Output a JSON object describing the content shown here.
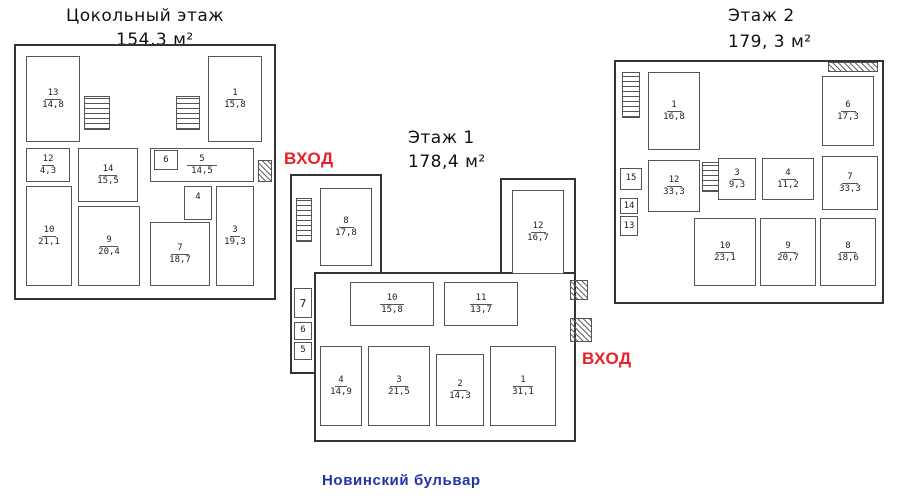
{
  "floors": {
    "basement": {
      "title": "Цокольный этаж",
      "area": "154,3 м²",
      "rooms": [
        {
          "num": "13",
          "area": "14,8"
        },
        {
          "num": "1",
          "area": "15,8"
        },
        {
          "num": "12",
          "area": "4,3"
        },
        {
          "num": "14",
          "area": "15,5"
        },
        {
          "num": "5",
          "area": "14,5"
        },
        {
          "num": "10",
          "area": "21,1"
        },
        {
          "num": "9",
          "area": "20,4"
        },
        {
          "num": "4",
          "area": ""
        },
        {
          "num": "7",
          "area": "18,7"
        },
        {
          "num": "3",
          "area": "19,3"
        },
        {
          "num": "6",
          "area": ""
        }
      ]
    },
    "first": {
      "title": "Этаж 1",
      "area": "178,4 м²",
      "rooms": [
        {
          "num": "8",
          "area": "17,8"
        },
        {
          "num": "12",
          "area": "16,7"
        },
        {
          "num": "7",
          "area": ""
        },
        {
          "num": "10",
          "area": "15,8"
        },
        {
          "num": "11",
          "area": "13,7"
        },
        {
          "num": "6",
          "area": ""
        },
        {
          "num": "5",
          "area": ""
        },
        {
          "num": "4",
          "area": "14,9"
        },
        {
          "num": "3",
          "area": "21,5"
        },
        {
          "num": "2",
          "area": "14,3"
        },
        {
          "num": "1",
          "area": "31,1"
        }
      ]
    },
    "second": {
      "title": "Этаж 2",
      "area": "179, 3 м²",
      "rooms": [
        {
          "num": "1",
          "area": "16,8"
        },
        {
          "num": "6",
          "area": "17,3"
        },
        {
          "num": "15",
          "area": ""
        },
        {
          "num": "12",
          "area": "33,3"
        },
        {
          "num": "3",
          "area": "9,3"
        },
        {
          "num": "4",
          "area": "11,2"
        },
        {
          "num": "7",
          "area": "33,3"
        },
        {
          "num": "14",
          "area": ""
        },
        {
          "num": "13",
          "area": ""
        },
        {
          "num": "10",
          "area": "23,1"
        },
        {
          "num": "9",
          "area": "20,7"
        },
        {
          "num": "8",
          "area": "18,6"
        }
      ]
    }
  },
  "entrance_label": "ВХОД",
  "street": "Новинский бульвар",
  "colors": {
    "entrance": "#e8202a",
    "street": "#2233aa",
    "walls": "#333333"
  }
}
